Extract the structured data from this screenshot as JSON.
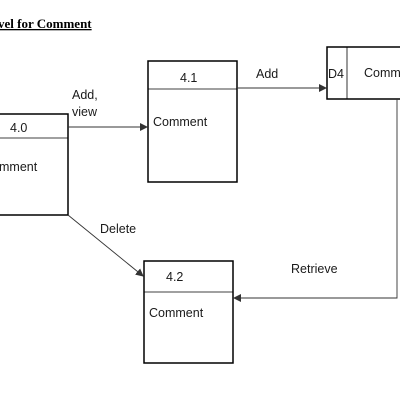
{
  "title": "vel for Comment",
  "processes": {
    "p40": {
      "id": "4.0",
      "name": "mment"
    },
    "p41": {
      "id": "4.1",
      "name": "Comment"
    },
    "p42": {
      "id": "4.2",
      "name": "Comment"
    }
  },
  "datastore": {
    "id": "D4",
    "name": "Comm"
  },
  "flows": {
    "add_view_line1": "Add,",
    "add_view_line2": "view",
    "add": "Add",
    "delete": "Delete",
    "retrieve": "Retrieve"
  },
  "colors": {
    "stroke": "#000000",
    "text": "#1a1a1a"
  }
}
